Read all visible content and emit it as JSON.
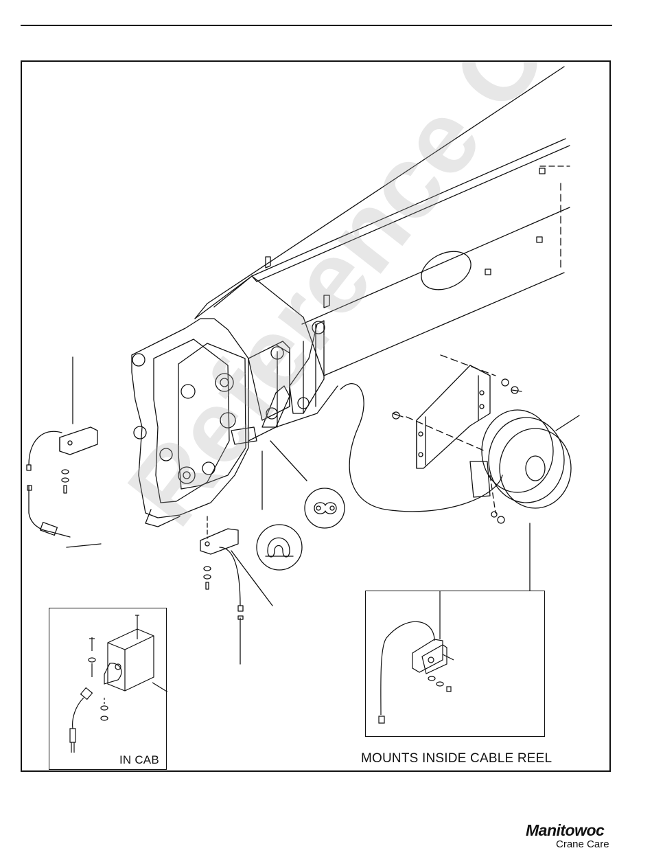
{
  "figure": {
    "inset_labels": {
      "in_cab": "IN CAB",
      "reel": "MOUNTS INSIDE CABLE REEL"
    },
    "watermark": "Reference Only"
  },
  "footer": {
    "brand": "Manitowoc",
    "brand_sub": "Crane Care"
  },
  "colors": {
    "line": "#111111",
    "watermark": "#aaaaaa"
  }
}
